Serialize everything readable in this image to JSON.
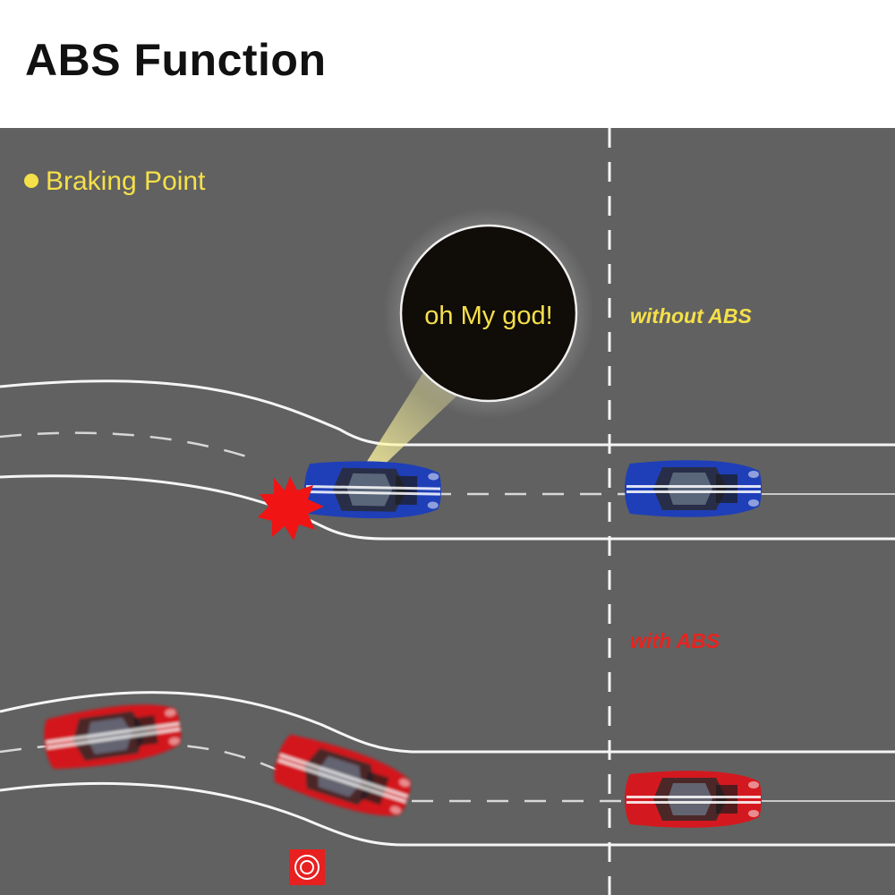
{
  "title": "ABS Function",
  "legend": {
    "label": "Braking Point"
  },
  "bubble": {
    "text": "oh My god!"
  },
  "labels": {
    "without_abs": "without ABS",
    "with_abs": "with ABS"
  },
  "colors": {
    "road": "#616161",
    "lane": "#f5f5f5",
    "legend_text": "#f5e04a",
    "without_label": "#f5e04a",
    "with_label": "#e8231f",
    "blue_car": "#1f3fb8",
    "red_car": "#d3191f",
    "impact": "#f01414",
    "bubble_bg": "#100c08"
  },
  "icons": [
    "braking-point-dot-icon",
    "impact-burst-icon",
    "abs-warning-icon"
  ]
}
